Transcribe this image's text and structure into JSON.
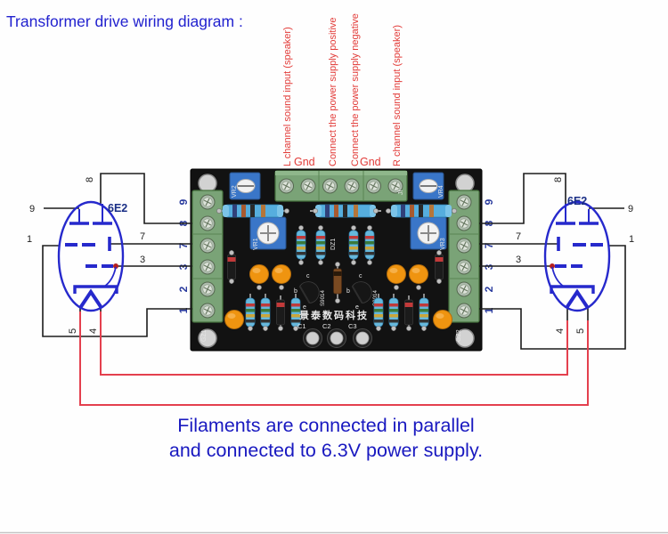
{
  "title": "Transformer drive wiring diagram :",
  "colors": {
    "title_text": "#2222cf",
    "annotation_red": "#e23b38",
    "wire_black": "#1c1c1c",
    "wire_red": "#e4404e",
    "tube_blue": "#2629cc",
    "terminal_green": "#7aa377",
    "pcb_black": "#121212",
    "footer_text": "#1919c0"
  },
  "top_labels": {
    "l_channel": "L channel sound input (speaker)",
    "gnd_left": "Gnd",
    "supply_positive": "Connect the power supply positive",
    "supply_negative": "Connect the  power supply negative",
    "gnd_right": "Gnd",
    "r_channel": "R channel sound input (speaker)"
  },
  "tube": {
    "model": "6E2"
  },
  "pins": {
    "1": "1",
    "2": "2",
    "3": "3",
    "4": "4",
    "5": "5",
    "7": "7",
    "8": "8",
    "9": "9"
  },
  "terminal_numbers": [
    "9",
    "8",
    "7",
    "3",
    "2",
    "1"
  ],
  "pcb_labels": {
    "vr1": "VR1",
    "vr2": "VR2",
    "vr3": "VR3",
    "vr4": "VR4",
    "dz1": "DZ1",
    "q1": "S9014",
    "q2": "S9014",
    "b": "b",
    "c": "c",
    "e": "e",
    "c1": "C1",
    "c2": "C2",
    "c3": "C3",
    "gz1": "GZ1",
    "gz2": "GZ2",
    "brand": "景泰数码科技",
    "jf": "Jf"
  },
  "footer": {
    "line1": "Filaments are connected in parallel",
    "line2": "and connected to 6.3V power supply."
  }
}
